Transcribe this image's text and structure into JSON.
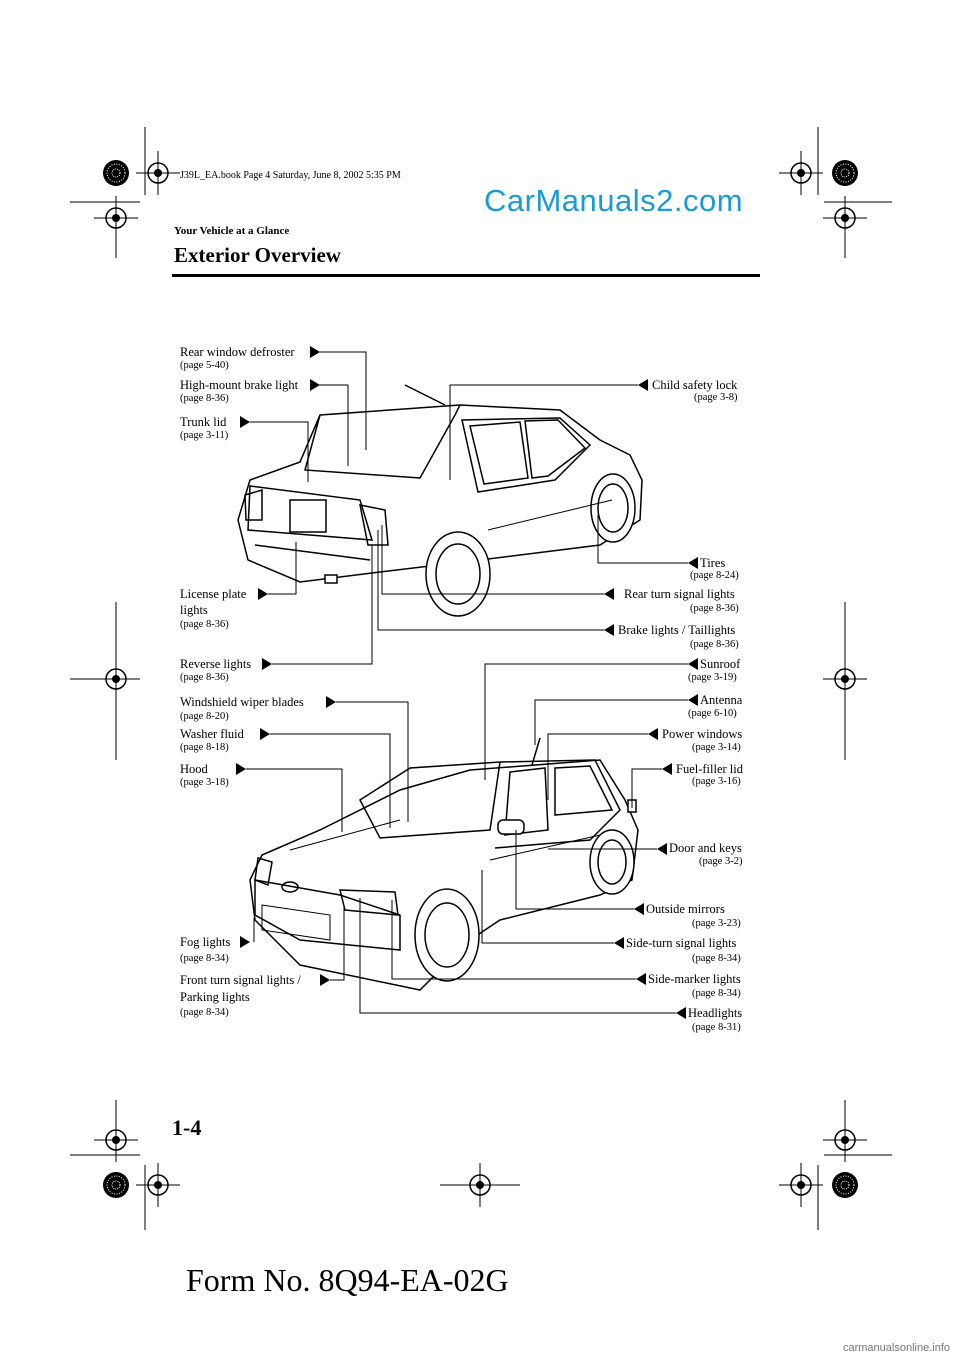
{
  "header": {
    "book_info": "J39L_EA.book  Page 4  Saturday, June 8, 2002  5:35 PM",
    "watermark": "CarManuals2.com",
    "section": "Your Vehicle at a Glance",
    "title": "Exterior Overview"
  },
  "labels": {
    "rear_window_defroster": {
      "text": "Rear window defroster",
      "page": "(page 5-40)"
    },
    "high_mount_brake_light": {
      "text": "High-mount brake light",
      "page": "(page 8-36)"
    },
    "trunk_lid": {
      "text": "Trunk lid",
      "page": "(page 3-11)"
    },
    "child_safety_lock": {
      "text": "Child safety lock",
      "page": "(page 3-8)"
    },
    "tires": {
      "text": "Tires",
      "page": "(page 8-24)"
    },
    "license_plate_lights": {
      "text": "License plate",
      "text2": "lights",
      "page": "(page 8-36)"
    },
    "rear_turn_signal_lights": {
      "text": "Rear turn signal lights",
      "page": "(page 8-36)"
    },
    "brake_lights": {
      "text": "Brake lights / Taillights",
      "page": "(page 8-36)"
    },
    "reverse_lights": {
      "text": "Reverse lights",
      "page": "(page 8-36)"
    },
    "sunroof": {
      "text": "Sunroof",
      "page": "(page 3-19)"
    },
    "windshield_wiper_blades": {
      "text": "Windshield wiper blades",
      "page": "(page 8-20)"
    },
    "antenna": {
      "text": "Antenna",
      "page": "(page 6-10)"
    },
    "washer_fluid": {
      "text": "Washer fluid",
      "page": "(page 8-18)"
    },
    "power_windows": {
      "text": "Power windows",
      "page": "(page 3-14)"
    },
    "hood": {
      "text": "Hood",
      "page": "(page 3-18)"
    },
    "fuel_filler_lid": {
      "text": "Fuel-filler lid",
      "page": "(page 3-16)"
    },
    "door_and_keys": {
      "text": "Door and keys",
      "page": "(page 3-2)"
    },
    "outside_mirrors": {
      "text": "Outside mirrors",
      "page": "(page 3-23)"
    },
    "fog_lights": {
      "text": "Fog lights",
      "page": "(page 8-34)"
    },
    "side_turn_signal_lights": {
      "text": "Side-turn signal lights",
      "page": "(page 8-34)"
    },
    "front_turn_signal_lights": {
      "text": "Front turn signal lights /",
      "text2": "Parking lights",
      "page": "(page 8-34)"
    },
    "side_marker_lights": {
      "text": "Side-marker lights",
      "page": "(page 8-34)"
    },
    "headlights": {
      "text": "Headlights",
      "page": "(page 8-31)"
    }
  },
  "footer": {
    "page_number": "1-4",
    "form_number": "Form No. 8Q94-EA-02G",
    "site": "carmanualsonline.info"
  },
  "colors": {
    "watermark": "#1a9bd7",
    "ink": "#000000"
  }
}
